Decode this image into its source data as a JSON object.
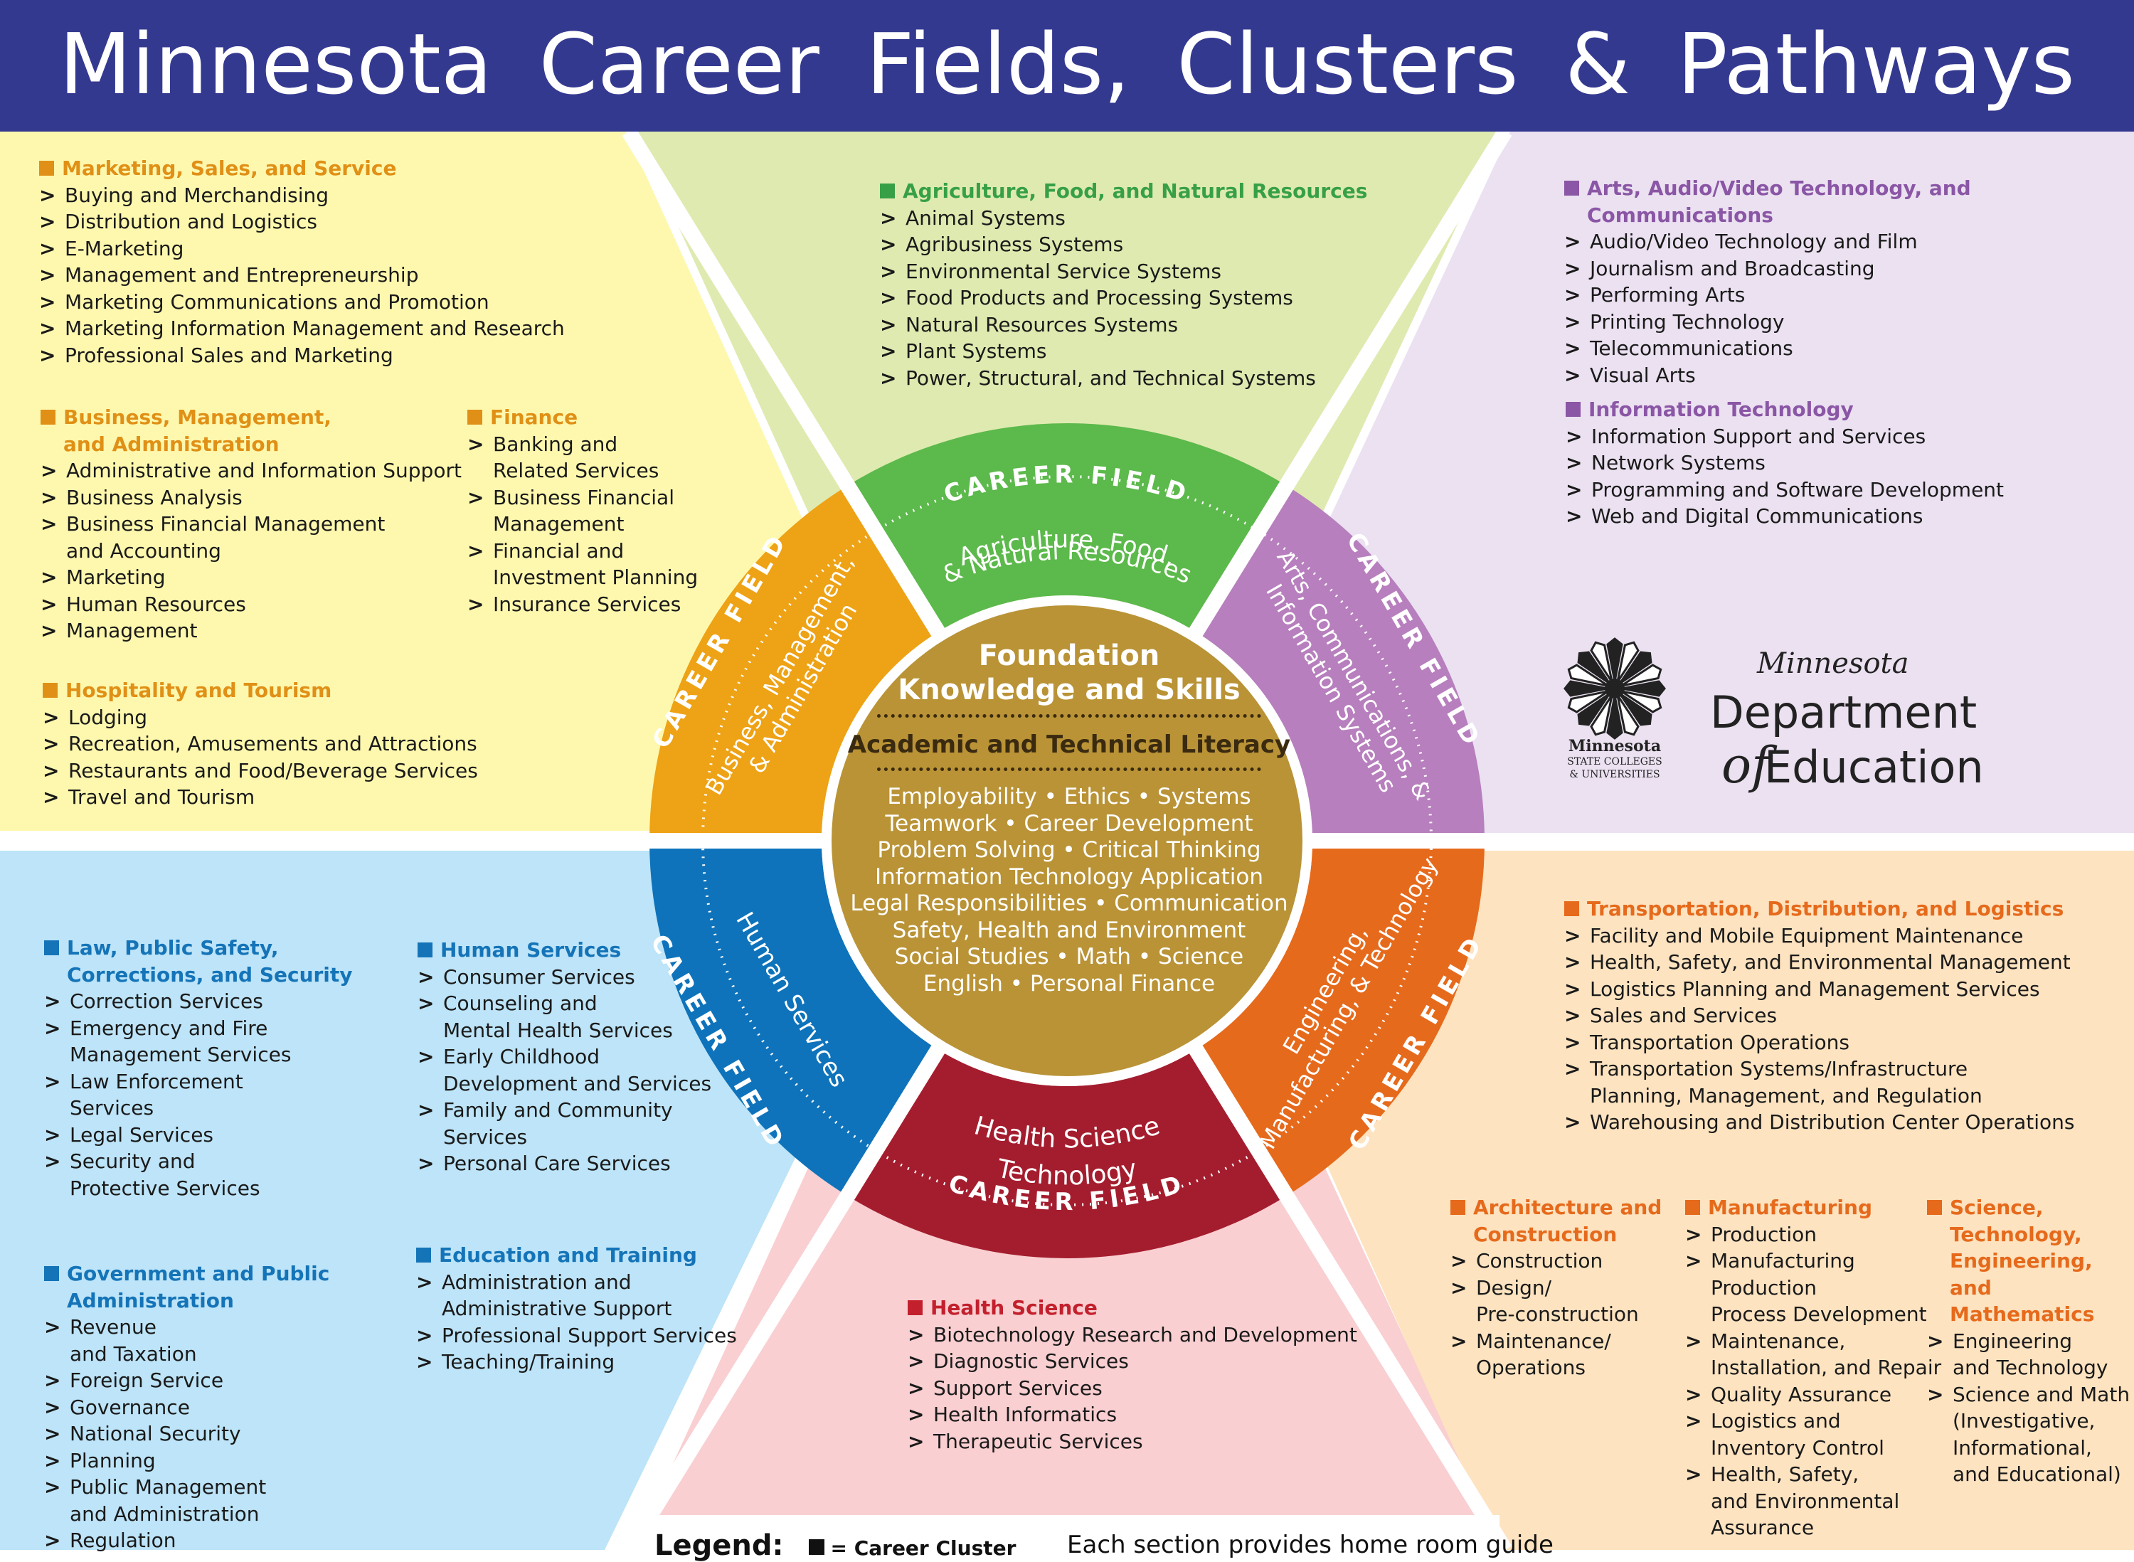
{
  "title": "Minnesota Career Fields, Clusters & Pathways",
  "colors": {
    "header": "#343990",
    "yellow_bg": "#fef8ae",
    "green_bg": "#dfeab0",
    "purple_bg": "#ebe1f1",
    "blue_bg": "#bde4f8",
    "pink_bg": "#f9cfd1",
    "peach_bg": "#fde3c0",
    "ring_orange": "#eea215",
    "ring_green": "#5cb94b",
    "ring_purple": "#b77fbd",
    "ring_blue": "#0e73bb",
    "ring_red": "#a41d2e",
    "ring_torange": "#e66a1c",
    "core": "#b99336"
  },
  "center": {
    "title_line1": "Foundation",
    "title_line2": "Knowledge and Skills",
    "subtitle": "Academic and Technical Literacy",
    "lines": [
      "Employability • Ethics • Systems",
      "Teamwork • Career Development",
      "Problem Solving • Critical Thinking",
      "Information Technology Application",
      "Legal Responsibilities • Communication",
      "Safety, Health and Environment",
      "Social Studies • Math • Science",
      "English • Personal Finance"
    ]
  },
  "ring": {
    "career_field_label": "CAREER FIELD",
    "fields": {
      "agriculture": [
        "Agriculture, Food,",
        "& Natural Resources"
      ],
      "arts": [
        "Arts, Communications, &",
        "Information Systems"
      ],
      "business": [
        "Business, Management,",
        "& Administration"
      ],
      "engineering": [
        "Engineering,",
        "Manufacturing, & Technology"
      ],
      "health": [
        "Health Science",
        "Technology"
      ],
      "human": [
        "Human Services"
      ]
    }
  },
  "clusters": [
    {
      "id": "marketing",
      "color": "orange",
      "title": "Marketing, Sales, and Service",
      "items": [
        "Buying and Merchandising",
        "Distribution and Logistics",
        "E-Marketing",
        "Management and Entrepreneurship",
        "Marketing Communications and Promotion",
        "Marketing Information Management and Research",
        "Professional Sales and Marketing"
      ]
    },
    {
      "id": "business",
      "color": "orange",
      "title": "Business, Management,\nand Administration",
      "items": [
        "Administrative and Information Support",
        "Business Analysis",
        "Business Financial Management\nand Accounting",
        "Marketing",
        "Human Resources",
        "Management"
      ]
    },
    {
      "id": "finance",
      "color": "orange",
      "title": "Finance",
      "items": [
        "Banking and\nRelated Services",
        "Business Financial\nManagement",
        "Financial and\nInvestment Planning",
        "Insurance Services"
      ]
    },
    {
      "id": "hospitality",
      "color": "orange",
      "title": "Hospitality and Tourism",
      "items": [
        "Lodging",
        "Recreation, Amusements and Attractions",
        "Restaurants and Food/Beverage Services",
        "Travel and Tourism"
      ]
    },
    {
      "id": "agriculture",
      "color": "green",
      "title": "Agriculture, Food, and Natural Resources",
      "items": [
        "Animal Systems",
        "Agribusiness Systems",
        "Environmental Service Systems",
        "Food Products and Processing Systems",
        "Natural Resources Systems",
        "Plant Systems",
        "Power, Structural, and Technical Systems"
      ]
    },
    {
      "id": "arts",
      "color": "purple",
      "title": "Arts, Audio/Video Technology, and Communications",
      "items": [
        "Audio/Video Technology and Film",
        "Journalism and Broadcasting",
        "Performing Arts",
        "Printing Technology",
        "Telecommunications",
        "Visual Arts"
      ]
    },
    {
      "id": "it",
      "color": "purple",
      "title": "Information Technology",
      "items": [
        "Information Support and Services",
        "Network Systems",
        "Programming and Software Development",
        "Web and Digital Communications"
      ]
    },
    {
      "id": "law",
      "color": "blue",
      "title": "Law, Public Safety,\nCorrections, and Security",
      "items": [
        "Correction Services",
        "Emergency and Fire\nManagement Services",
        "Law Enforcement\nServices",
        "Legal Services",
        "Security and\nProtective Services"
      ]
    },
    {
      "id": "human",
      "color": "blue",
      "title": "Human Services",
      "items": [
        "Consumer Services",
        "Counseling and\nMental Health Services",
        "Early Childhood\nDevelopment and Services",
        "Family and Community\nServices",
        "Personal Care Services"
      ]
    },
    {
      "id": "government",
      "color": "blue",
      "title": "Government and Public\nAdministration",
      "items": [
        "Revenue\nand Taxation",
        "Foreign Service",
        "Governance",
        "National Security",
        "Planning",
        "Public Management\nand  Administration",
        "Regulation"
      ]
    },
    {
      "id": "education",
      "color": "blue",
      "title": "Education and Training",
      "items": [
        "Administration and\nAdministrative Support",
        "Professional Support Services",
        "Teaching/Training"
      ]
    },
    {
      "id": "health",
      "color": "red",
      "title": "Health Science",
      "items": [
        "Biotechnology Research and Development",
        "Diagnostic Services",
        "Support Services",
        "Health Informatics",
        "Therapeutic Services"
      ]
    },
    {
      "id": "transportation",
      "color": "torange",
      "title": "Transportation, Distribution, and Logistics",
      "items": [
        "Facility and Mobile Equipment Maintenance",
        "Health, Safety, and Environmental Management",
        "Logistics Planning and Management Services",
        "Sales and Services",
        "Transportation Operations",
        "Transportation Systems/Infrastructure\nPlanning, Management, and Regulation",
        "Warehousing and Distribution Center Operations"
      ]
    },
    {
      "id": "architecture",
      "color": "torange",
      "title": "Architecture and\nConstruction",
      "items": [
        "Construction",
        "Design/\nPre-construction",
        "Maintenance/\nOperations"
      ]
    },
    {
      "id": "manufacturing",
      "color": "torange",
      "title": "Manufacturing",
      "items": [
        "Production",
        "Manufacturing\nProduction\nProcess Development",
        "Maintenance,\nInstallation, and Repair",
        "Quality Assurance",
        "Logistics and\nInventory Control",
        "Health, Safety,\nand Environmental\nAssurance"
      ]
    },
    {
      "id": "stem",
      "color": "torange",
      "title": "Science,\nTechnology,\nEngineering,\nand Mathematics",
      "items": [
        "Engineering\nand Technology",
        "Science and Math\n(Investigative,\nInformational,\nand Educational)"
      ]
    }
  ],
  "arrow": ">",
  "logos": {
    "mnscu_name": "Minnesota",
    "mnscu_sub": "STATE COLLEGES\n& UNIVERSITIES",
    "mde_script": "Minnesota",
    "mde_dept": "Department",
    "mde_of": "of",
    "mde_edu": "Education"
  },
  "legend": {
    "label": "Legend:",
    "cluster": "= Career Cluster",
    "right": "Each section provides home room guide"
  }
}
